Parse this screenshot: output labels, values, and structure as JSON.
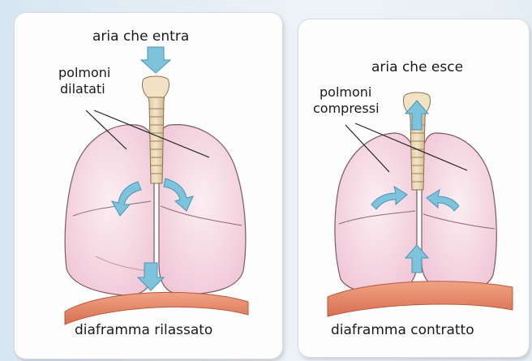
{
  "left_panel": {
    "air_label": "aria che entra",
    "lungs_label_line1": "polmoni",
    "lungs_label_line2": "dilatati",
    "diaphragm_label": "diaframma rilassato"
  },
  "right_panel": {
    "air_label": "aria che esce",
    "lungs_label_line1": "polmoni",
    "lungs_label_line2": "compressi",
    "diaphragm_label": "diaframma contratto"
  },
  "colors": {
    "arrow": "#7ec3dc",
    "lung": "#f3d5e0",
    "diaphragm": "#e58a6a",
    "trachea": "#e6cfa8"
  }
}
